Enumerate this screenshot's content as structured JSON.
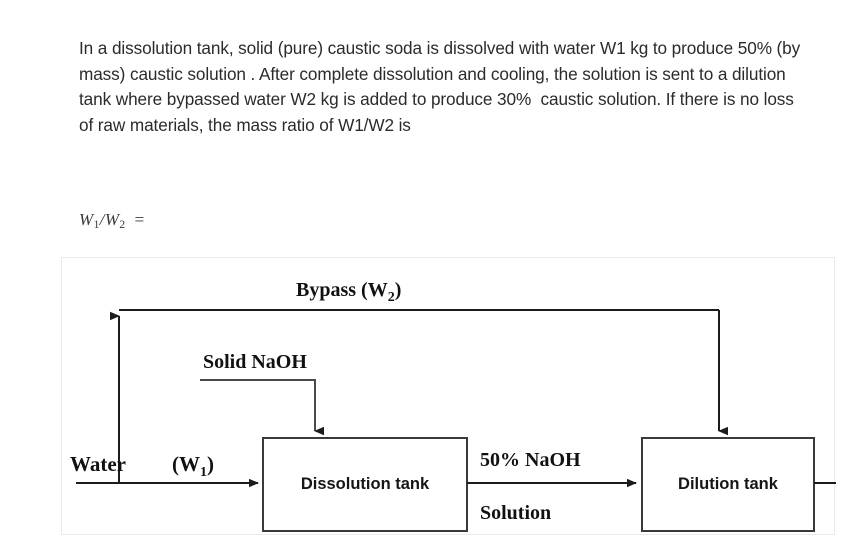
{
  "question": {
    "body": "In a dissolution tank, solid (pure) caustic soda is dissolved with water W1 kg to produce 50% (by mass) caustic solution . After complete dissolution and cooling, the solution is sent to a dilution tank where bypassed water W2 kg is added to produce 30%  caustic solution. If there is no loss of raw materials, the mass ratio of W1/W2 is"
  },
  "answer": {
    "symbol": "W",
    "sub1": "1",
    "slash": "/",
    "symbol2": "W",
    "sub2": "2",
    "equals": "="
  },
  "diagram": {
    "type": "process-flow",
    "labels": {
      "bypass": "Bypass (W",
      "bypass_sub": "2",
      "bypass_close": ")",
      "solid_naoh": "Solid NaOH",
      "water": "Water",
      "w1_open": "(W",
      "w1_sub": "1",
      "w1_close": ")",
      "stream_top": "50% NaOH",
      "stream_bottom": "Solution"
    },
    "nodes": [
      {
        "id": "dissolution-tank",
        "label": "Dissolution tank"
      },
      {
        "id": "dilution-tank",
        "label": "Dilution tank"
      }
    ],
    "colors": {
      "line": "#1c1c1c",
      "box_stroke": "#3a3a3a",
      "container_border": "#e9ebef",
      "background": "#ffffff",
      "text": "#111111"
    }
  }
}
